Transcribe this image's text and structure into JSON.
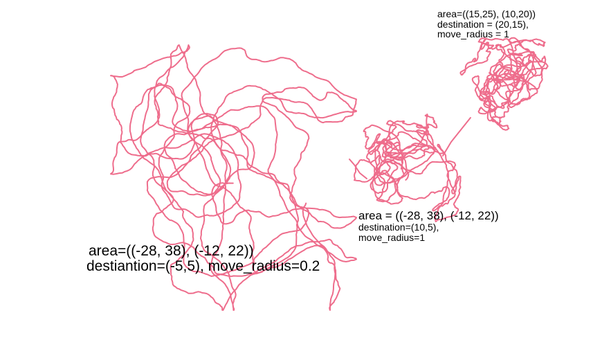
{
  "trail_color": "#ee6d8c",
  "walks": [
    {
      "area_text": "area=((-28, 38), (-12, 22))",
      "params_text": "destiantion=(-5,5), move_radius=0.2"
    },
    {
      "area_text": "area = ((-28, 38), (-12, 22))",
      "destination_text": "destination=(10,5),",
      "radius_text": "move_radius=1"
    },
    {
      "area_text": "area=((15,25), (10,20))",
      "destination_text": "destination = (20,15),",
      "radius_text": "move_radius = 1"
    }
  ]
}
